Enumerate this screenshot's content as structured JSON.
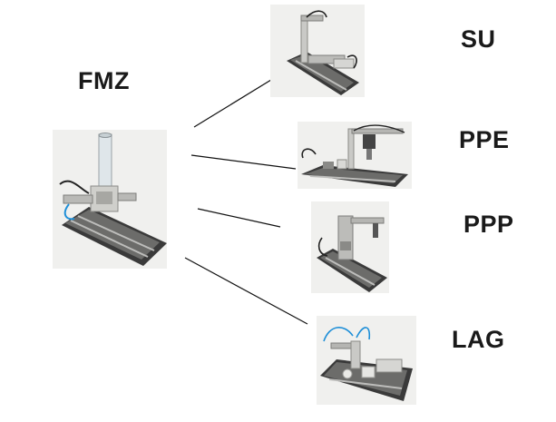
{
  "source": {
    "label": "FMZ"
  },
  "targets": [
    {
      "label": "SU"
    },
    {
      "label": "PPE"
    },
    {
      "label": "PPP"
    },
    {
      "label": "LAG"
    }
  ],
  "colors": {
    "line": "#111111",
    "text": "#1a1a1a",
    "rail": "#3a3a3a",
    "metal": "#c9c9c6",
    "hose": "#1e8fd8"
  }
}
